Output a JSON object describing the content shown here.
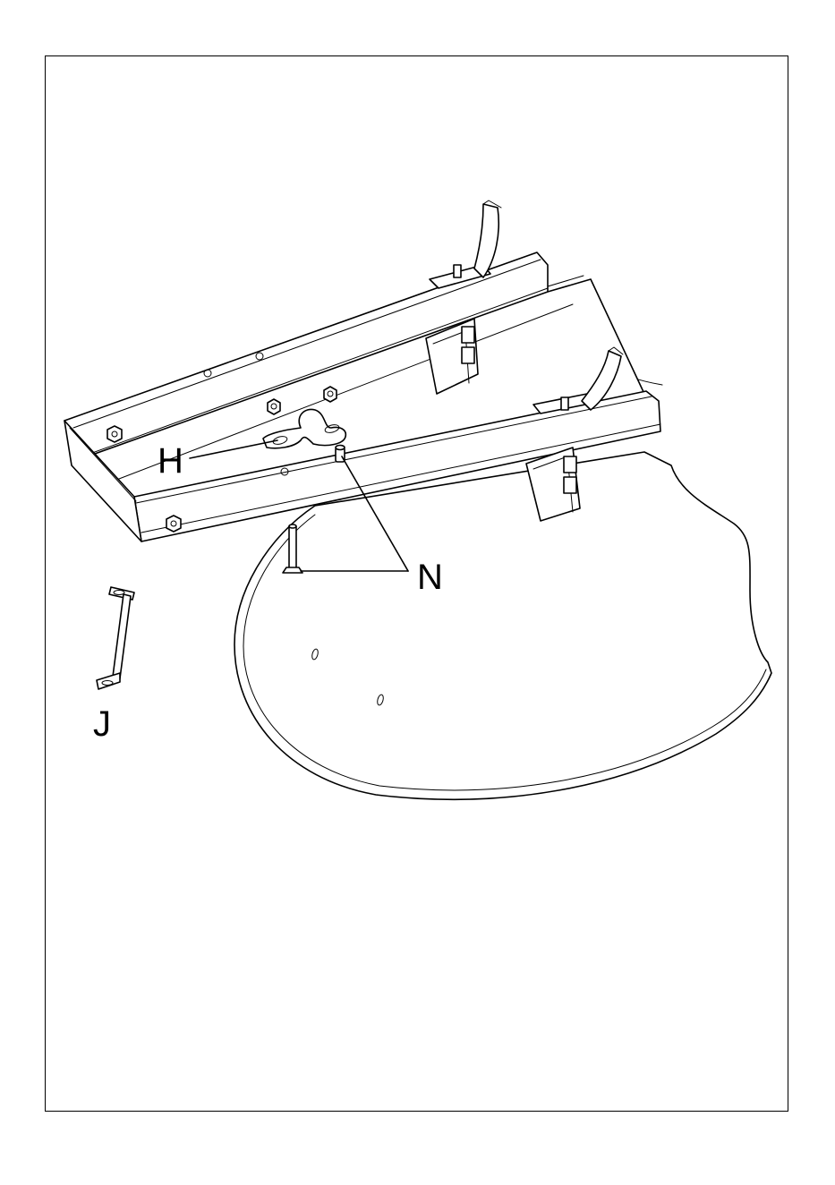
{
  "figure": {
    "part_labels": {
      "h": "H",
      "n": "N",
      "j": "J"
    }
  }
}
